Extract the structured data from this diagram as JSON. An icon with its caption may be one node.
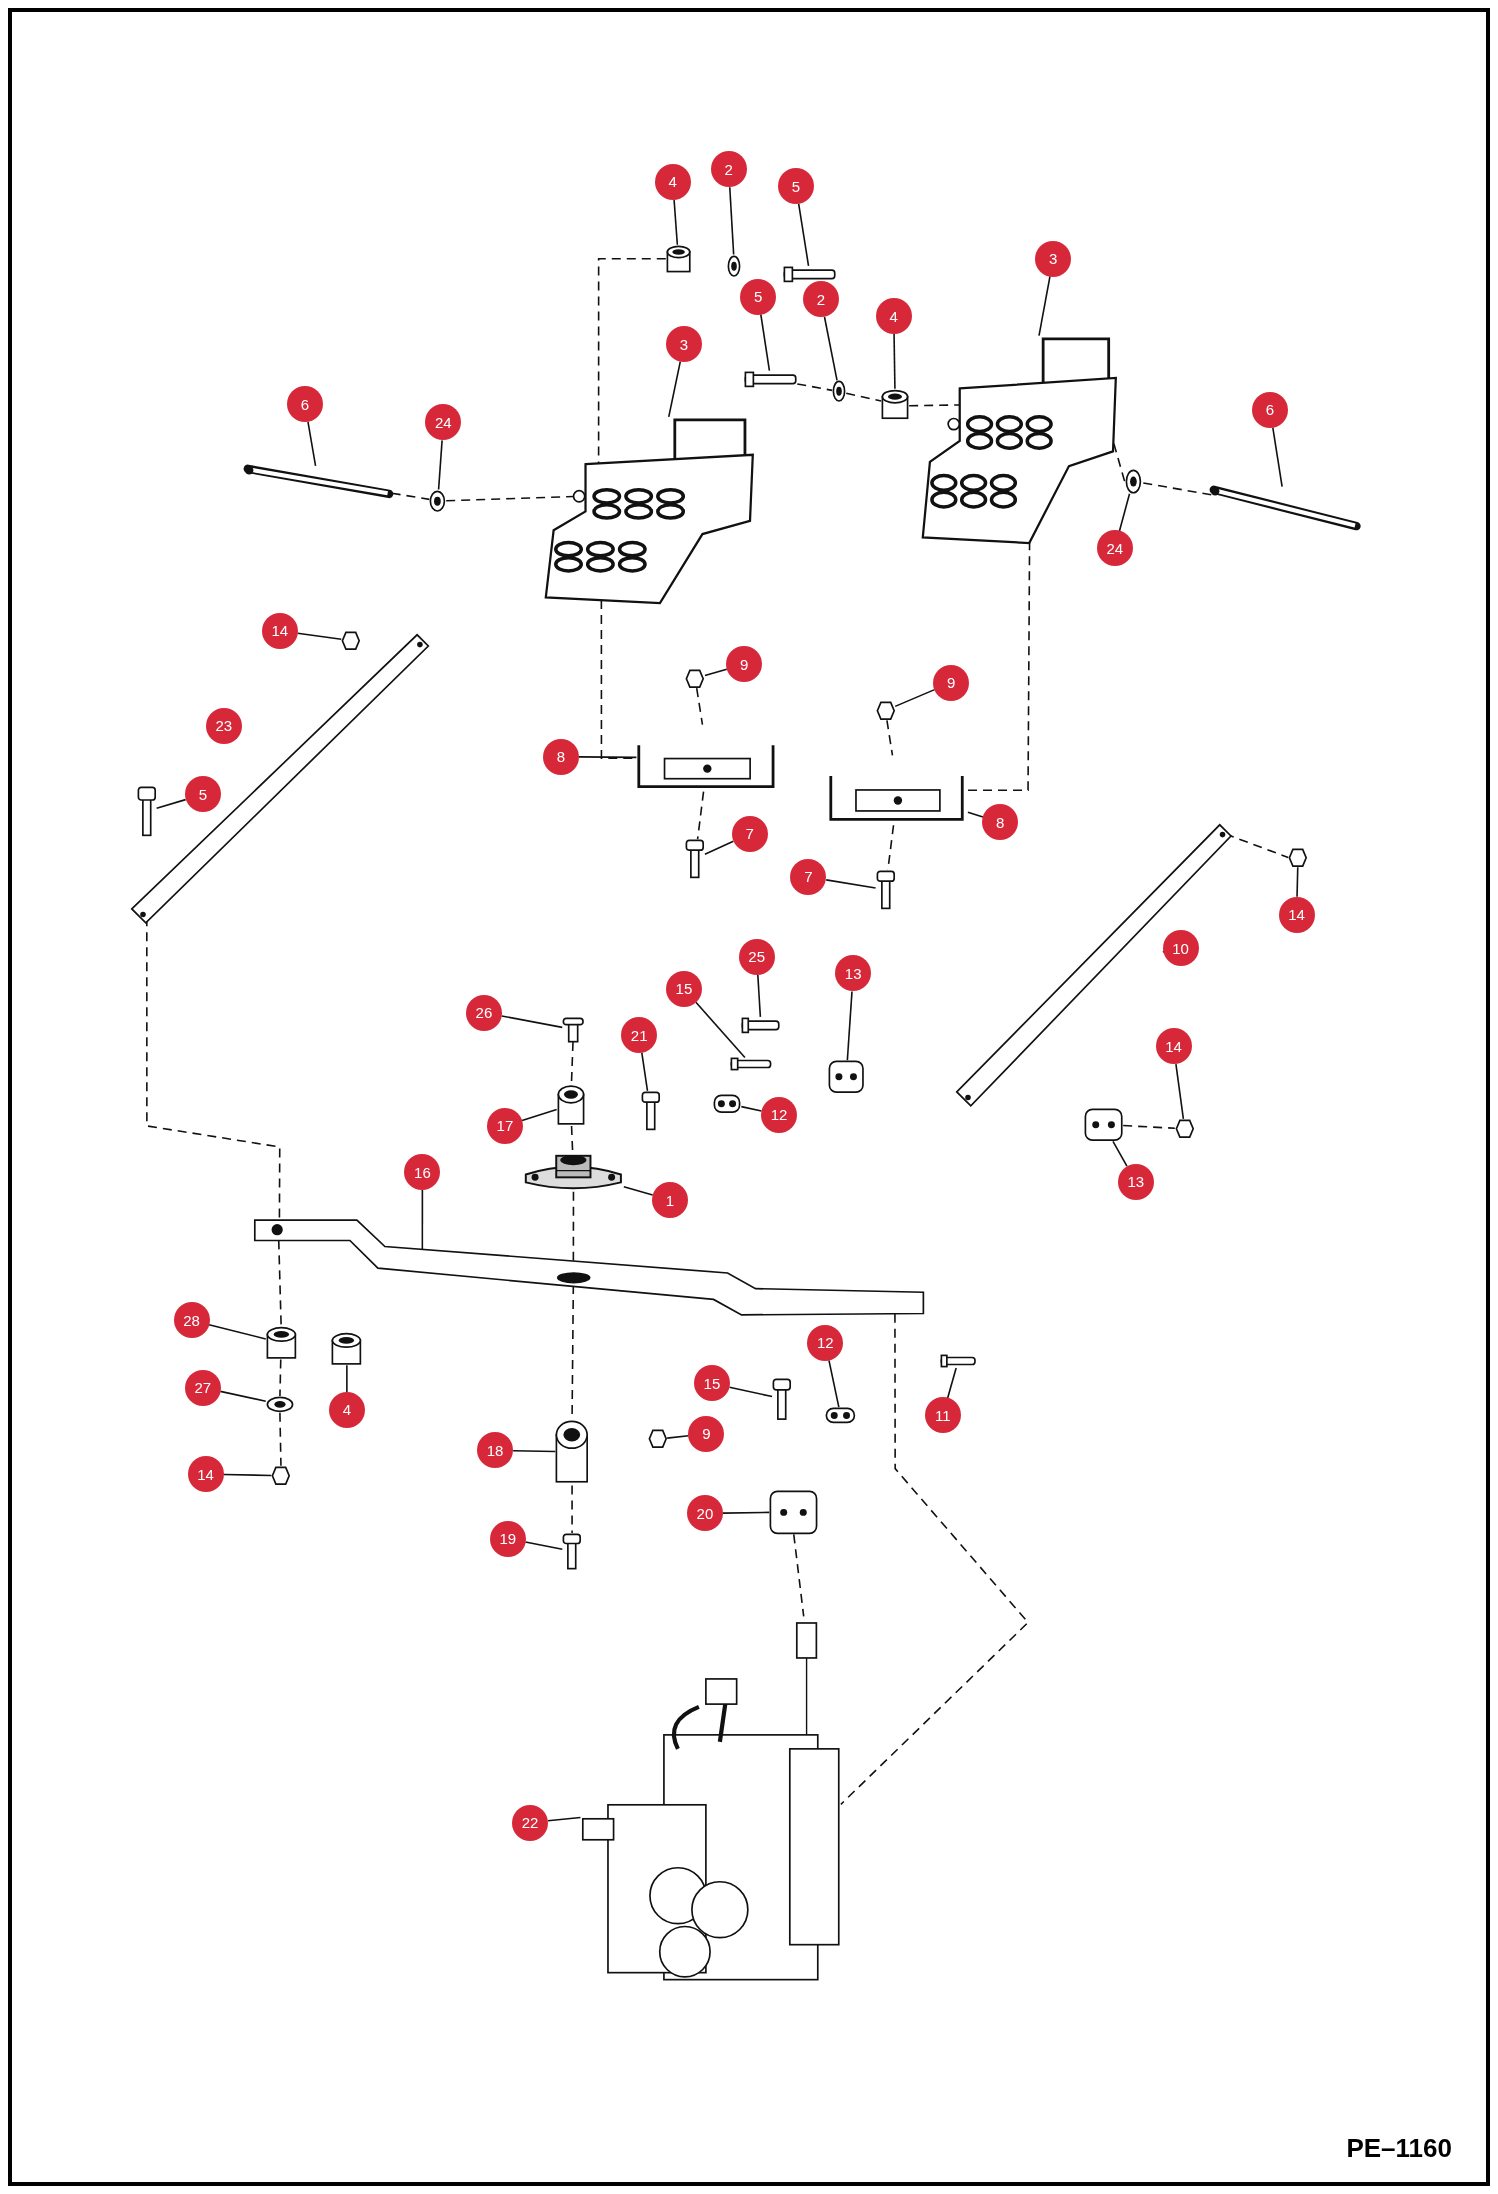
{
  "diagram": {
    "nodes": [
      {
        "text": [
          "4"
        ]
      },
      {
        "text": [
          "2"
        ]
      },
      {
        "text": [
          "5"
        ]
      },
      {
        "text": [
          "5"
        ]
      },
      {
        "text": [
          "2"
        ]
      },
      {
        "text": [
          "4"
        ]
      },
      {
        "text": [
          "3"
        ]
      },
      {
        "text": [
          "3"
        ]
      },
      {
        "text": [
          "6"
        ]
      },
      {
        "text": [
          "24"
        ]
      },
      {
        "text": [
          "6"
        ]
      },
      {
        "text": [
          "24"
        ]
      },
      {
        "text": [
          "14"
        ]
      },
      {
        "text": [
          "9"
        ]
      },
      {
        "text": [
          "9"
        ]
      },
      {
        "text": [
          "23"
        ]
      },
      {
        "text": [
          "8"
        ]
      },
      {
        "text": [
          "5"
        ]
      },
      {
        "text": [
          "8"
        ]
      },
      {
        "text": [
          "7"
        ]
      },
      {
        "text": [
          "7"
        ]
      },
      {
        "text": [
          "14"
        ]
      },
      {
        "text": [
          "10"
        ]
      },
      {
        "text": [
          "25"
        ]
      },
      {
        "text": [
          "13"
        ]
      },
      {
        "text": [
          "15"
        ]
      },
      {
        "text": [
          "26"
        ]
      },
      {
        "text": [
          "21"
        ]
      },
      {
        "text": [
          "14"
        ]
      },
      {
        "text": [
          "12"
        ]
      },
      {
        "text": [
          "17"
        ]
      },
      {
        "text": [
          "13"
        ]
      },
      {
        "text": [
          "16"
        ]
      },
      {
        "text": [
          "1"
        ]
      },
      {
        "text": [
          "28"
        ]
      },
      {
        "text": [
          "12"
        ]
      },
      {
        "text": [
          "15"
        ]
      },
      {
        "text": [
          "27"
        ]
      },
      {
        "text": [
          "4"
        ]
      },
      {
        "text": [
          "9"
        ]
      },
      {
        "text": [
          "11"
        ]
      },
      {
        "text": [
          "18"
        ]
      },
      {
        "text": [
          "14"
        ]
      },
      {
        "text": [
          "20"
        ]
      },
      {
        "text": [
          "19"
        ]
      },
      {
        "text": [
          "22"
        ]
      },
      {
        "text": [],
        "shape": "cylinder"
      },
      {
        "text": [],
        "shape": "circle"
      },
      {
        "text": [],
        "shape": "bar"
      },
      {
        "text": [],
        "shape": "bar"
      },
      {
        "text": [],
        "shape": "circle"
      },
      {
        "text": [],
        "shape": "cylinder"
      },
      {
        "text": [],
        "shape": "picture"
      },
      {
        "text": [],
        "shape": "picture"
      },
      {
        "text": [],
        "shape": "picture"
      },
      {
        "text": [],
        "shape": "circle"
      },
      {
        "text": [],
        "shape": "picture"
      },
      {
        "text": [],
        "shape": "circle"
      },
      {
        "text": [],
        "shape": "hexagon"
      },
      {
        "text": [],
        "shape": "hexagon"
      },
      {
        "text": [],
        "shape": "hexagon"
      },
      {
        "text": [],
        "shape": "picture"
      },
      {
        "text": [],
        "shape": "picture"
      },
      {
        "text": [],
        "shape": "bar"
      },
      {
        "text": [],
        "shape": "picture"
      },
      {
        "text": [],
        "shape": "bar"
      },
      {
        "text": [],
        "shape": "bar"
      },
      {
        "text": [],
        "shape": "hexagon"
      },
      {
        "text": [],
        "shape": "picture"
      },
      {
        "text": [],
        "shape": "bar"
      },
      {
        "text": [],
        "shape": "box"
      },
      {
        "text": [],
        "shape": "bar"
      },
      {
        "text": [],
        "shape": "bar"
      },
      {
        "text": [],
        "shape": "bar"
      },
      {
        "text": [],
        "shape": "hexagon"
      },
      {
        "text": [],
        "shape": "box"
      },
      {
        "text": [],
        "shape": "cylinder"
      },
      {
        "text": [],
        "shape": "box"
      },
      {
        "text": [],
        "shape": "picture"
      },
      {
        "text": [],
        "shape": "picture"
      },
      {
        "text": [],
        "shape": "cylinder"
      },
      {
        "text": [],
        "shape": "box"
      },
      {
        "text": [],
        "shape": "bar"
      },
      {
        "text": [],
        "shape": "circle"
      },
      {
        "text": [],
        "shape": "cylinder"
      },
      {
        "text": [],
        "shape": "hexagon"
      },
      {
        "text": [],
        "shape": "bar"
      },
      {
        "text": [],
        "shape": "cylinder"
      },
      {
        "text": [],
        "shape": "hexagon"
      },
      {
        "text": [],
        "shape": "box"
      },
      {
        "text": [],
        "shape": "bar"
      },
      {
        "text": [],
        "shape": "picture"
      }
    ],
    "edges": [
      {
        "from": 0,
        "to": 46,
        "arrow": "none"
      },
      {
        "from": 1,
        "to": 47,
        "arrow": "none"
      },
      {
        "from": 2,
        "to": 48,
        "arrow": "none"
      },
      {
        "from": 3,
        "to": 49,
        "arrow": "none"
      },
      {
        "from": 4,
        "to": 50,
        "arrow": "none"
      },
      {
        "from": 5,
        "to": 51,
        "arrow": "none"
      },
      {
        "from": 6,
        "to": 52,
        "arrow": "none"
      },
      {
        "from": 7,
        "to": 53,
        "arrow": "none"
      },
      {
        "from": 8,
        "to": 54,
        "arrow": "none"
      },
      {
        "from": 9,
        "to": 55,
        "arrow": "none"
      },
      {
        "from": 10,
        "to": 56,
        "arrow": "none"
      },
      {
        "from": 11,
        "to": 57,
        "arrow": "none"
      },
      {
        "from": 12,
        "to": 58,
        "arrow": "none"
      },
      {
        "from": 13,
        "to": 59,
        "arrow": "none"
      },
      {
        "from": 14,
        "to": 60,
        "arrow": "none"
      },
      {
        "from": 15,
        "to": 61,
        "arrow": "none"
      },
      {
        "from": 16,
        "to": 62,
        "arrow": "none"
      },
      {
        "from": 17,
        "to": 63,
        "arrow": "none"
      },
      {
        "from": 18,
        "to": 64,
        "arrow": "none"
      },
      {
        "from": 19,
        "to": 65,
        "arrow": "none"
      },
      {
        "from": 20,
        "to": 66,
        "arrow": "none"
      },
      {
        "from": 21,
        "to": 67,
        "arrow": "none"
      },
      {
        "from": 22,
        "to": 68,
        "arrow": "none"
      },
      {
        "from": 23,
        "to": 69,
        "arrow": "none"
      },
      {
        "from": 24,
        "to": 70,
        "arrow": "none"
      },
      {
        "from": 25,
        "to": 71,
        "arrow": "none"
      },
      {
        "from": 26,
        "to": 72,
        "arrow": "none"
      },
      {
        "from": 27,
        "to": 73,
        "arrow": "none"
      },
      {
        "from": 28,
        "to": 74,
        "arrow": "none"
      },
      {
        "from": 29,
        "to": 75,
        "arrow": "none"
      },
      {
        "from": 30,
        "to": 76,
        "arrow": "none"
      },
      {
        "from": 31,
        "to": 77,
        "arrow": "none"
      },
      {
        "from": 32,
        "to": 78,
        "arrow": "none"
      },
      {
        "from": 33,
        "to": 79,
        "arrow": "none"
      },
      {
        "from": 34,
        "to": 80,
        "arrow": "none"
      },
      {
        "from": 35,
        "to": 81,
        "arrow": "none"
      },
      {
        "from": 36,
        "to": 82,
        "arrow": "none"
      },
      {
        "from": 37,
        "to": 83,
        "arrow": "none"
      },
      {
        "from": 38,
        "to": 84,
        "arrow": "none"
      },
      {
        "from": 39,
        "to": 85,
        "arrow": "none"
      },
      {
        "from": 40,
        "to": 86,
        "arrow": "none"
      },
      {
        "from": 41,
        "to": 87,
        "arrow": "none"
      },
      {
        "from": 42,
        "to": 88,
        "arrow": "none"
      },
      {
        "from": 43,
        "to": 89,
        "arrow": "none"
      },
      {
        "from": 44,
        "to": 90,
        "arrow": "none"
      },
      {
        "from": 45,
        "to": 91,
        "arrow": "none"
      },
      {
        "from": 46,
        "to": 53,
        "arrow": "none",
        "style": "dashed"
      },
      {
        "from": 49,
        "to": 50,
        "arrow": "none",
        "style": "dashed"
      },
      {
        "from": 50,
        "to": 51,
        "arrow": "none",
        "style": "dashed"
      },
      {
        "from": 51,
        "to": 52,
        "arrow": "none",
        "style": "dashed"
      },
      {
        "from": 54,
        "to": 55,
        "arrow": "none",
        "style": "dashed"
      },
      {
        "from": 55,
        "to": 53,
        "arrow": "none",
        "style": "dashed"
      },
      {
        "from": 56,
        "to": 57,
        "arrow": "none",
        "style": "dashed"
      },
      {
        "from": 57,
        "to": 52,
        "arrow": "none",
        "style": "dashed"
      },
      {
        "from": 53,
        "to": 62,
        "arrow": "none",
        "style": "dashed"
      },
      {
        "from": 52,
        "to": 64,
        "arrow": "none",
        "style": "dashed"
      },
      {
        "from": 59,
        "to": 62,
        "arrow": "none",
        "style": "dashed"
      },
      {
        "from": 60,
        "to": 64,
        "arrow": "none",
        "style": "dashed"
      },
      {
        "from": 62,
        "to": 65,
        "arrow": "none",
        "style": "dashed"
      },
      {
        "from": 64,
        "to": 66,
        "arrow": "none",
        "style": "dashed"
      },
      {
        "from": 61,
        "to": 78,
        "arrow": "none",
        "style": "dashed"
      },
      {
        "from": 68,
        "to": 67,
        "arrow": "none",
        "style": "dashed"
      },
      {
        "from": 77,
        "to": 74,
        "arrow": "none",
        "style": "dashed"
      },
      {
        "from": 78,
        "to": 91,
        "arrow": "none",
        "style": "dashed"
      },
      {
        "from": 89,
        "to": 91,
        "arrow": "none",
        "style": "dashed"
      },
      {
        "from": 72,
        "to": 76,
        "arrow": "none",
        "style": "dashed"
      },
      {
        "from": 76,
        "to": 79,
        "arrow": "none",
        "style": "dashed"
      },
      {
        "from": 78,
        "to": 80,
        "arrow": "none",
        "style": "dashed"
      },
      {
        "from": 80,
        "to": 83,
        "arrow": "none",
        "style": "dashed"
      },
      {
        "from": 83,
        "to": 88,
        "arrow": "none",
        "style": "dashed"
      },
      {
        "from": 79,
        "to": 78,
        "arrow": "none",
        "style": "dashed"
      },
      {
        "from": 78,
        "to": 87,
        "arrow": "none",
        "style": "dashed"
      },
      {
        "from": 87,
        "to": 90,
        "arrow": "none",
        "style": "dashed"
      }
    ],
    "labels": [
      "PE–1160"
    ]
  }
}
